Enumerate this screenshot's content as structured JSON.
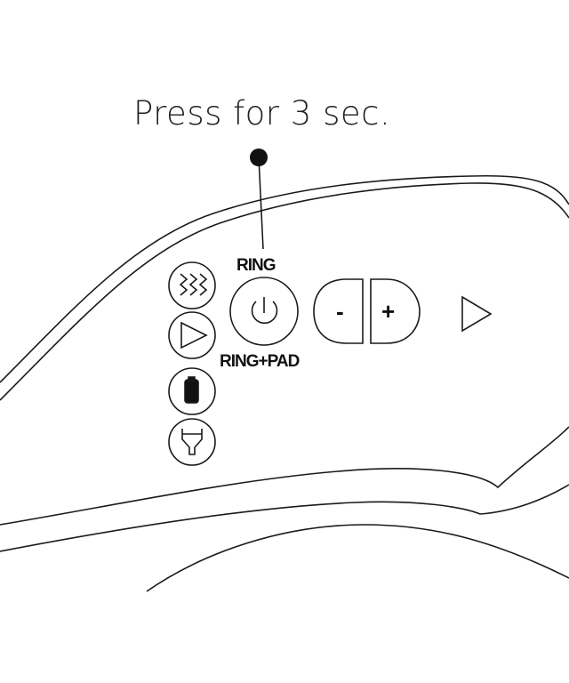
{
  "callout": {
    "text": "Press for 3 sec."
  },
  "power_button": {
    "label_top": "RING",
    "label_bottom": "RING+PAD"
  },
  "intensity": {
    "minus_label": "-",
    "plus_label": "+"
  },
  "icons": [
    "heat-icon",
    "play-mode-icon",
    "battery-icon",
    "plug-icon",
    "power-icon",
    "play-icon"
  ],
  "colors": {
    "line": "#1a1a1a",
    "background": "#ffffff"
  }
}
